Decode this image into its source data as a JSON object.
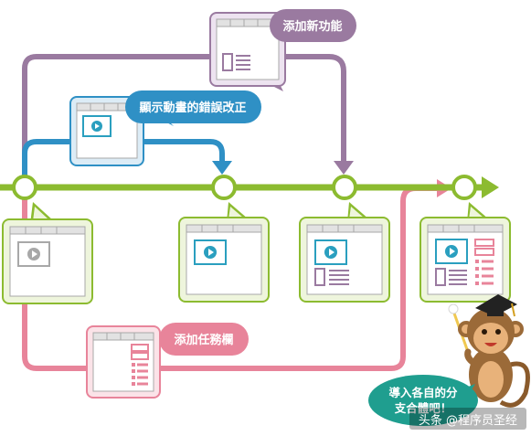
{
  "labels": {
    "add_feature": "添加新功能",
    "show_fix": "顯示動畫的錯誤改正",
    "add_task": "添加任務欄",
    "merge_branch_line1": "導入各自的分",
    "merge_branch_line2": "支合體吧！"
  },
  "watermark": "头条 @程序员圣经",
  "colors": {
    "main_line": "#8cbb30",
    "feature_branch": "#9a7aa0",
    "fix_branch": "#2f90c5",
    "task_branch": "#e8849a",
    "video_icon": "#2a9fbf"
  }
}
